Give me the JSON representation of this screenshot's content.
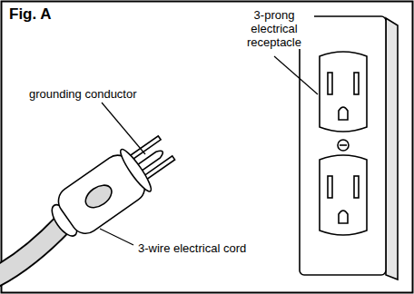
{
  "diagram": {
    "title": "Fig. A",
    "labels": [
      "3-prong electrical receptacle",
      "grounding conductor",
      "3-wire electrical cord"
    ]
  }
}
